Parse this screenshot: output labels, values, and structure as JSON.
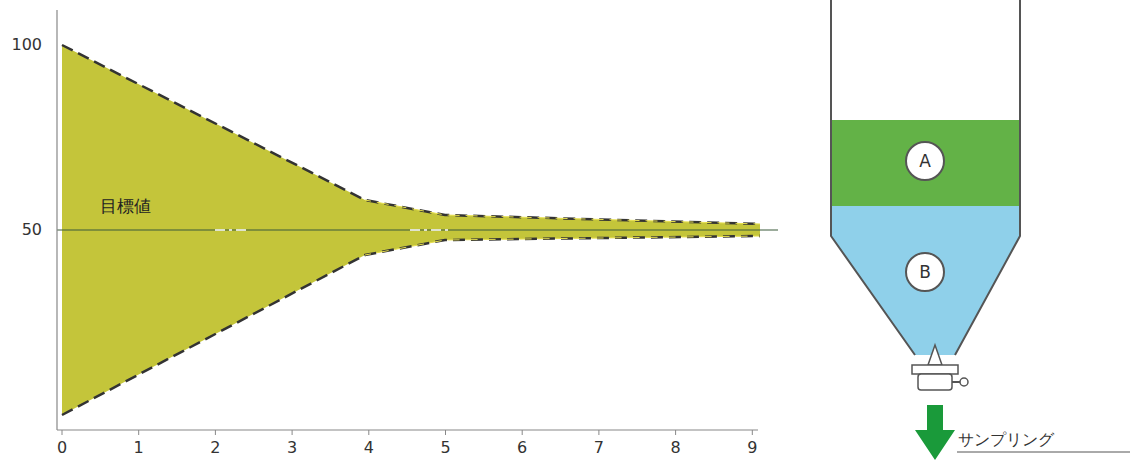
{
  "diagram": {
    "nodes": [
      {
        "text": [
          "A"
        ]
      },
      {
        "text": [
          "B"
        ]
      }
    ],
    "labels": [
      "100",
      "50",
      "目標値",
      "0",
      "1",
      "2",
      "3",
      "4",
      "5",
      "6",
      "7",
      "8",
      "9",
      "サンプリング"
    ]
  }
}
